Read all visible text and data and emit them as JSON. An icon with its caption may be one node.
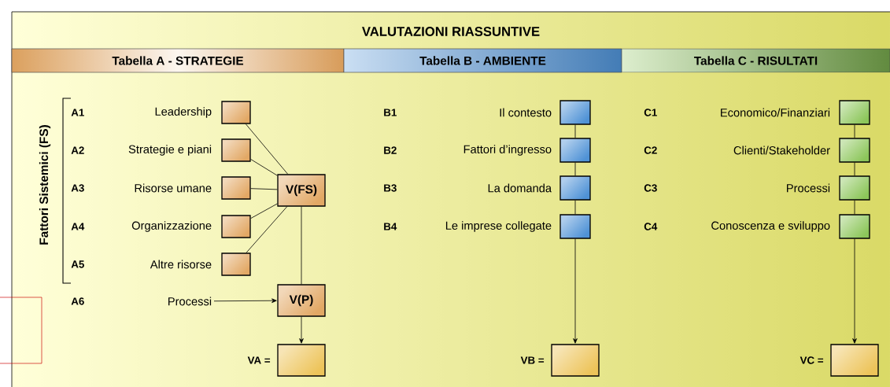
{
  "diagram": {
    "title": "VALUTAZIONI RIASSUNTIVE",
    "nodes": [
      {
        "text": [
          "Tabella A - STRATEGIE"
        ]
      },
      {
        "text": [
          "Tabella B - AMBIENTE"
        ]
      },
      {
        "text": [
          "Tabella C - RISULTATI"
        ]
      },
      {
        "text": [],
        "shape": "box"
      },
      {
        "text": [],
        "shape": "box"
      },
      {
        "text": [],
        "shape": "box"
      },
      {
        "text": [],
        "shape": "box"
      },
      {
        "text": [],
        "shape": "box"
      },
      {
        "text": [
          "V(FS)"
        ]
      },
      {
        "text": [
          "Processi"
        ]
      },
      {
        "text": [
          "V(P)"
        ]
      },
      {
        "text": [],
        "shape": "box",
        "beside": [
          "VA ="
        ]
      },
      {
        "text": [],
        "shape": "box"
      },
      {
        "text": [],
        "shape": "box"
      },
      {
        "text": [],
        "shape": "box"
      },
      {
        "text": [],
        "shape": "box"
      },
      {
        "text": [],
        "shape": "box",
        "beside": [
          "VB ="
        ]
      },
      {
        "text": [],
        "shape": "box"
      },
      {
        "text": [],
        "shape": "box"
      },
      {
        "text": [],
        "shape": "box"
      },
      {
        "text": [],
        "shape": "box"
      },
      {
        "text": [],
        "shape": "box",
        "beside": [
          "VC ="
        ]
      }
    ],
    "edges": [
      {
        "from": 3,
        "to": 8,
        "arrow": "none"
      },
      {
        "from": 4,
        "to": 8,
        "arrow": "none"
      },
      {
        "from": 5,
        "to": 8,
        "arrow": "none"
      },
      {
        "from": 6,
        "to": 8,
        "arrow": "none"
      },
      {
        "from": 7,
        "to": 8,
        "arrow": "none"
      },
      {
        "from": 8,
        "to": 10,
        "arrow": "none"
      },
      {
        "from": 9,
        "to": 10,
        "arrow": "to"
      },
      {
        "from": 10,
        "to": 11,
        "arrow": "to"
      },
      {
        "from": 12,
        "to": 13,
        "arrow": "none"
      },
      {
        "from": 13,
        "to": 14,
        "arrow": "none"
      },
      {
        "from": 14,
        "to": 15,
        "arrow": "none"
      },
      {
        "from": 15,
        "to": 16,
        "arrow": "to"
      },
      {
        "from": 17,
        "to": 18,
        "arrow": "none"
      },
      {
        "from": 18,
        "to": 19,
        "arrow": "none"
      },
      {
        "from": 19,
        "to": 20,
        "arrow": "none"
      },
      {
        "from": 20,
        "to": 21,
        "arrow": "to"
      }
    ],
    "labels": [
      "Fattori Sistemici (FS)",
      "A1",
      "Leadership",
      "A2",
      "Strategie e piani",
      "A3",
      "Risorse umane",
      "A4",
      "Organizzazione",
      "A5",
      "Altre risorse",
      "A6",
      "B1",
      "Il contesto",
      "B2",
      "Fattori d’ingresso",
      "B3",
      "La domanda",
      "B4",
      "Le imprese collegate",
      "C1",
      "Economico/Finanziari",
      "C2",
      "Clienti/Stakeholder",
      "C3",
      "Processi",
      "C4",
      "Conoscenza e sviluppo"
    ]
  }
}
